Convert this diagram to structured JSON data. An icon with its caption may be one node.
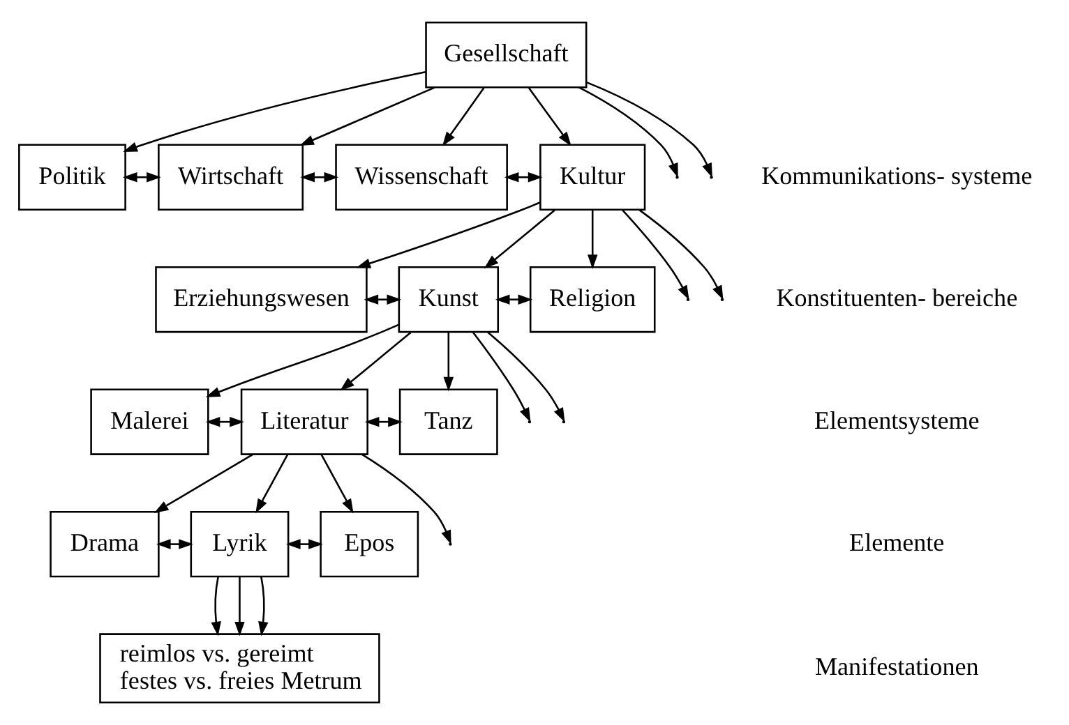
{
  "diagram": {
    "nodes": [
      {
        "text": [
          "Gesellschaft"
        ]
      },
      {
        "text": [
          "Politik"
        ]
      },
      {
        "text": [
          "Wirtschaft"
        ]
      },
      {
        "text": [
          "Wissenschaft"
        ]
      },
      {
        "text": [
          "Kultur"
        ]
      },
      {
        "text": [
          "Erziehungswesen"
        ]
      },
      {
        "text": [
          "Kunst"
        ]
      },
      {
        "text": [
          "Religion"
        ]
      },
      {
        "text": [
          "Malerei"
        ]
      },
      {
        "text": [
          "Literatur"
        ]
      },
      {
        "text": [
          "Tanz"
        ]
      },
      {
        "text": [
          "Drama"
        ]
      },
      {
        "text": [
          "Lyrik"
        ]
      },
      {
        "text": [
          "Epos"
        ]
      },
      {
        "text": [
          "reimlos vs. gereimt",
          "festes vs. freies Metrum"
        ]
      }
    ],
    "edges": [
      {
        "from": 0,
        "to": null,
        "arrow": "to"
      },
      {
        "from": 0,
        "to": 1,
        "arrow": "to"
      },
      {
        "from": 0,
        "to": 2,
        "arrow": "to"
      },
      {
        "from": 0,
        "to": 3,
        "arrow": "to"
      },
      {
        "from": 0,
        "to": 4,
        "arrow": "to"
      },
      {
        "from": 0,
        "to": null,
        "arrow": "to"
      },
      {
        "from": 1,
        "to": 2,
        "arrow": "both"
      },
      {
        "from": 2,
        "to": 3,
        "arrow": "both"
      },
      {
        "from": 3,
        "to": 4,
        "arrow": "both"
      },
      {
        "from": 4,
        "to": 5,
        "arrow": "to"
      },
      {
        "from": 4,
        "to": 6,
        "arrow": "to"
      },
      {
        "from": 4,
        "to": 7,
        "arrow": "to"
      },
      {
        "from": 4,
        "to": null,
        "arrow": "to"
      },
      {
        "from": 4,
        "to": null,
        "arrow": "to"
      },
      {
        "from": 5,
        "to": 6,
        "arrow": "both"
      },
      {
        "from": 6,
        "to": 7,
        "arrow": "both"
      },
      {
        "from": 6,
        "to": 8,
        "arrow": "to"
      },
      {
        "from": 6,
        "to": 9,
        "arrow": "to"
      },
      {
        "from": 6,
        "to": 10,
        "arrow": "to"
      },
      {
        "from": 6,
        "to": null,
        "arrow": "to"
      },
      {
        "from": 6,
        "to": null,
        "arrow": "to"
      },
      {
        "from": 8,
        "to": 9,
        "arrow": "both"
      },
      {
        "from": 9,
        "to": 10,
        "arrow": "both"
      },
      {
        "from": 9,
        "to": 11,
        "arrow": "to"
      },
      {
        "from": 9,
        "to": 12,
        "arrow": "to"
      },
      {
        "from": 9,
        "to": 13,
        "arrow": "to"
      },
      {
        "from": 9,
        "to": null,
        "arrow": "to"
      },
      {
        "from": 11,
        "to": 12,
        "arrow": "both"
      },
      {
        "from": 12,
        "to": 13,
        "arrow": "both"
      },
      {
        "from": 12,
        "to": 14,
        "arrow": "to"
      },
      {
        "from": 12,
        "to": 14,
        "arrow": "to"
      },
      {
        "from": 12,
        "to": 14,
        "arrow": "to"
      }
    ],
    "labels": [
      "Kommunikations- systeme",
      "Konstituenten- bereiche",
      "Elementsysteme",
      "Elemente",
      "Manifestationen"
    ]
  }
}
